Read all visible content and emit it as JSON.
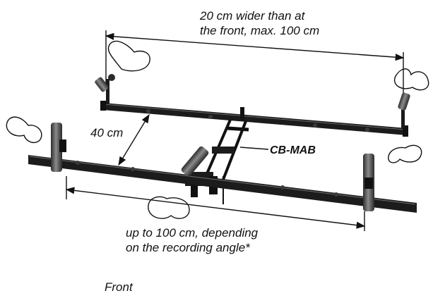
{
  "labels": {
    "top_width_line1": "20 cm wider than at",
    "top_width_line2": "the front, max. 100 cm",
    "depth": "40 cm",
    "model": "CB-MAB",
    "bottom_width_line1": "up to 100 cm, depending",
    "bottom_width_line2": "on the recording angle*",
    "front": "Front"
  },
  "colors": {
    "bar": "#1c1c1c",
    "microphone": "#5a5a5a",
    "line": "#111111",
    "background": "#ffffff"
  },
  "icons": [
    "cardioid-polar-pattern-icon",
    "dimension-arrow-icon"
  ]
}
